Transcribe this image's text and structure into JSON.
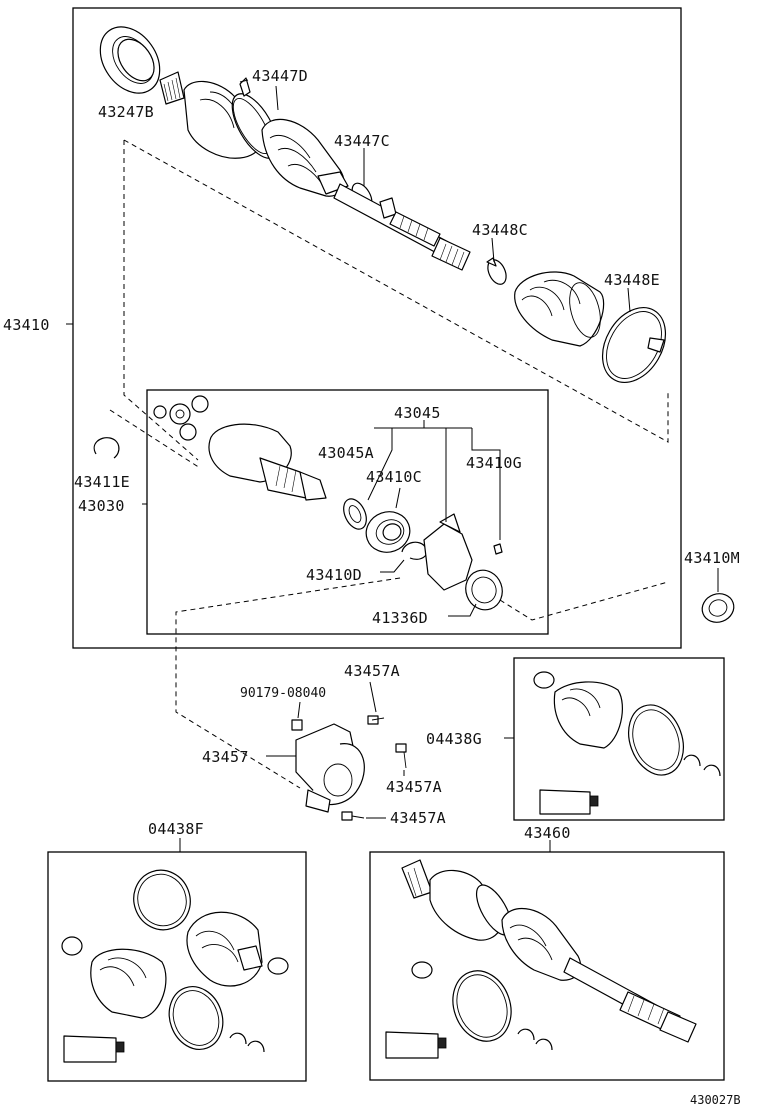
{
  "labels": {
    "p43247B": "43247B",
    "p43447D": "43447D",
    "p43447C": "43447C",
    "p43448C": "43448C",
    "p43448E": "43448E",
    "p43410": "43410",
    "p43045": "43045",
    "p43045A": "43045A",
    "p43410C": "43410C",
    "p43410G": "43410G",
    "p43411E": "43411E",
    "p43030": "43030",
    "p43410D": "43410D",
    "p43410M": "43410M",
    "p41336D": "41336D",
    "p43457A_top": "43457A",
    "p90179": "90179-08040",
    "p43457": "43457",
    "p43457A_mid": "43457A",
    "p43457A_bot": "43457A",
    "p04438G": "04438G",
    "p04438F": "04438F",
    "p43460": "43460"
  },
  "diagram_id": "430027B"
}
